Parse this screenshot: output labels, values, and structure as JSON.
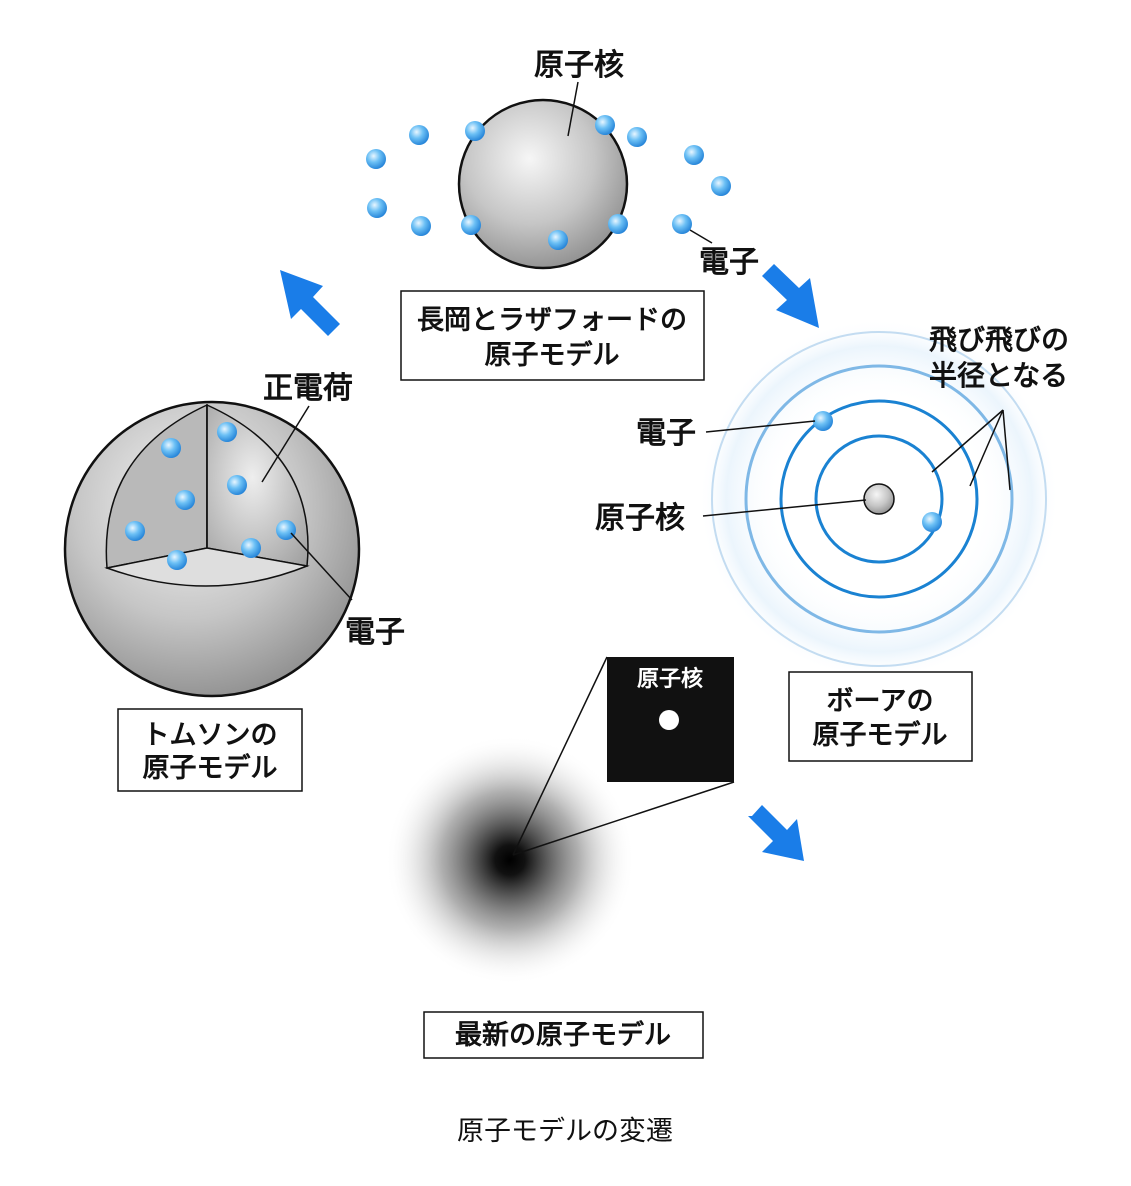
{
  "colors": {
    "electron": "#2a8fe0",
    "arrow": "#1a7de8",
    "orbit": "#1a82d2",
    "orbit_faint": "#9cc7ea",
    "sphere": "#c9c9c9"
  },
  "thomson": {
    "label_charge": "正電荷",
    "label_electron": "電子",
    "box_lines": [
      "トムソンの",
      "原子モデル"
    ]
  },
  "nagaoka_rutherford": {
    "label_nucleus": "原子核",
    "label_electron": "電子",
    "box_lines": [
      "長岡とラザフォードの",
      "原子モデル"
    ]
  },
  "bohr": {
    "label_radius_lines": [
      "飛び飛びの",
      "半径となる"
    ],
    "label_electron": "電子",
    "label_nucleus": "原子核",
    "box_lines": [
      "ボーアの",
      "原子モデル"
    ]
  },
  "modern": {
    "label_nucleus": "原子核",
    "box_label": "最新の原子モデル"
  },
  "caption": "原子モデルの変遷"
}
